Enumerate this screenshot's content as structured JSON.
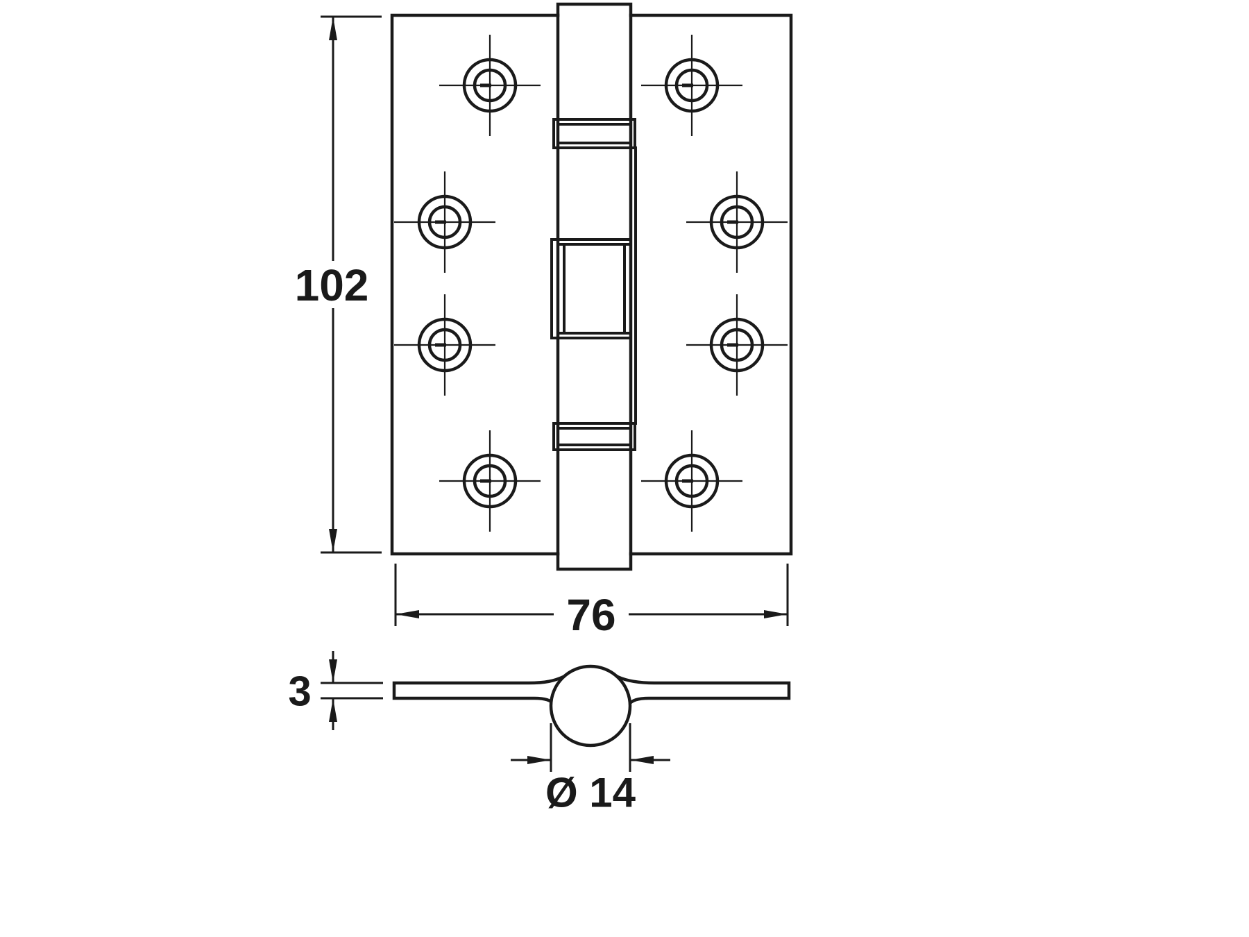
{
  "drawing": {
    "colors": {
      "line": "#1a1a1a",
      "background": "#ffffff"
    },
    "dimensions": {
      "height": "102",
      "width": "76",
      "thickness": "3",
      "pin_diameter": "Ø 14"
    }
  }
}
